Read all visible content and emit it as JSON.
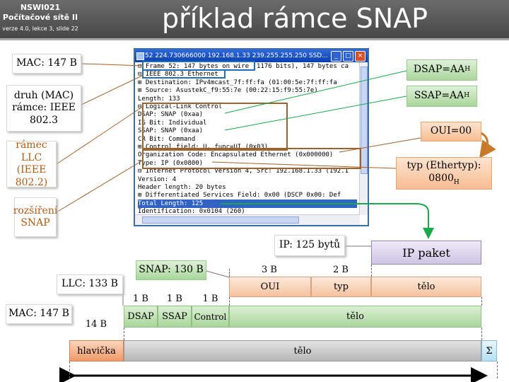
{
  "header": {
    "course_code": "NSWI021",
    "course_name": "Počítačové sítě II",
    "version": "verze 4.0, lekce  3, slide 22",
    "title": "příklad rámce SNAP"
  },
  "window": {
    "title": "52 224.730666000 192.168.1.33 239.255.255.250 SSD...",
    "rows": [
      "⊟ Frame 52: 147 bytes on wire (1176 bits), 147 bytes ca",
      "⊟ IEEE 802.3 Ethernet",
      "  ⊞ Destination: IPv4mcast_7f:ff:fa (01:00:5e:7f:ff:fa",
      "  ⊞ Source: AsustekC_f9:55:7e (00:22:15:f9:55:7e)",
      "    Length: 133",
      "⊟ Logical-Link Control",
      "    DSAP: SNAP (0xaa)",
      "    IG Bit: Individual",
      "    SSAP: SNAP (0xaa)",
      "    CR Bit: Command",
      "  ⊞ Control field: U, func=UI (0x03)",
      "    Organization Code: Encapsulated Ethernet (0x000000)",
      "    Type: IP (0x0800)",
      "⊟ Internet Protocol Version 4, Src: 192.168.1.33 (192.1",
      "    Version: 4",
      "    Header length: 20 bytes",
      "  ⊞ Differentiated Services Field: 0x00 (DSCP 0x00: Def",
      "    Total Length: 125",
      "    Identification: 0x0104 (260)"
    ],
    "selected_row": 17
  },
  "callouts": {
    "mac": "MAC: 147 B",
    "druh": "druh (MAC) rámce: IEEE 802.3",
    "llc_frame": "rámec  LLC (IEEE 802.2)",
    "snap_ext": "rozšíření SNAP",
    "dsap": "DSAP=AA",
    "ssap": "SSAP=AA",
    "sub_h": "H",
    "oui": "OUI=00",
    "typ": "typ (Ethertyp):",
    "typ_val": "0800",
    "ip_size": "IP: 125 bytů"
  },
  "diagram": {
    "ip_packet": "IP paket",
    "snap_label": "SNAP: 130 B",
    "llc_label": "LLC: 133 B",
    "mac_label": "MAC: 147 B",
    "oui_size": "3 B",
    "typ_size": "2 B",
    "oui": "OUI",
    "typ": "typ",
    "body": "tělo",
    "dsap_size": "1 B",
    "ssap_size": "1 B",
    "control_size": "1 B",
    "dsap": "DSAP",
    "ssap": "SSAP",
    "control": "Control",
    "header_size": "14 B",
    "header": "hlavička",
    "checksum": "Σ"
  },
  "colors": {
    "blue_frame": "#1f6fb5",
    "brown_frame": "#a0622a",
    "green_arrow": "#19a84a",
    "arrow_orange": "#c87a2a"
  }
}
